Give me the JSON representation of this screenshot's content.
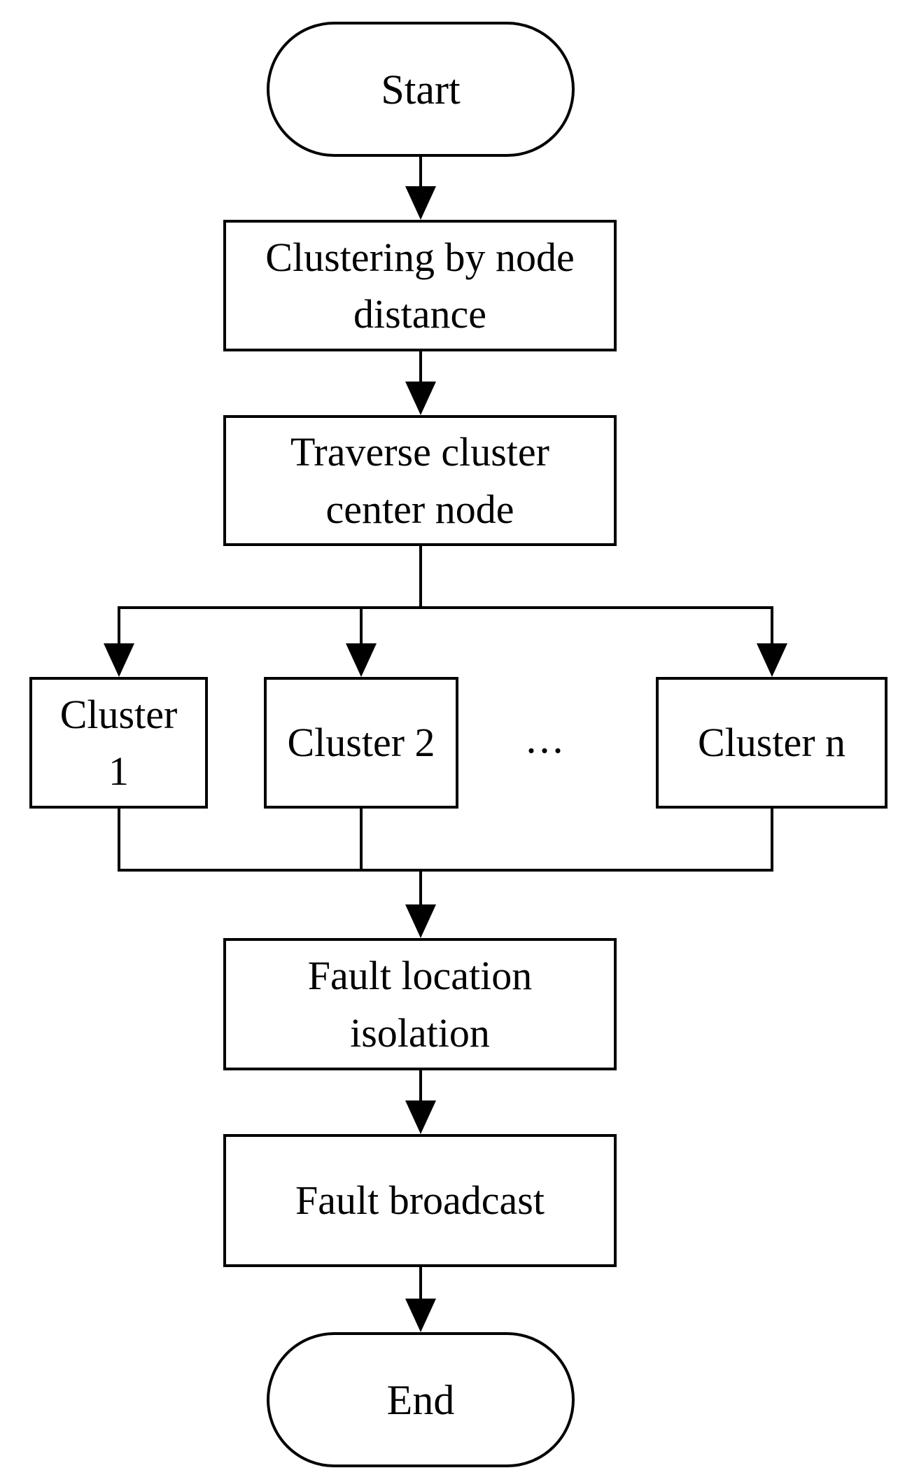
{
  "flowchart": {
    "background_color": "#ffffff",
    "stroke_color": "#000000",
    "text_color": "#000000",
    "nodes": {
      "start": {
        "label": "Start",
        "shape": "terminator"
      },
      "clustering": {
        "label": "Clustering by node\ndistance",
        "shape": "process"
      },
      "traverse": {
        "label": "Traverse cluster\ncenter node",
        "shape": "process"
      },
      "cluster1": {
        "label": "Cluster\n1",
        "shape": "process"
      },
      "cluster2": {
        "label": "Cluster 2",
        "shape": "process"
      },
      "ellipsis": {
        "label": "...",
        "shape": "text"
      },
      "clusterN": {
        "label": "Cluster n",
        "shape": "process"
      },
      "fault_location": {
        "label": "Fault location\nisolation",
        "shape": "process"
      },
      "fault_broadcast": {
        "label": "Fault broadcast",
        "shape": "process"
      },
      "end": {
        "label": "End",
        "shape": "terminator"
      }
    },
    "edges": [
      {
        "from": "start",
        "to": "clustering",
        "arrow": true
      },
      {
        "from": "clustering",
        "to": "traverse",
        "arrow": true
      },
      {
        "from": "traverse",
        "to": "cluster1",
        "arrow": true
      },
      {
        "from": "traverse",
        "to": "cluster2",
        "arrow": true
      },
      {
        "from": "traverse",
        "to": "clusterN",
        "arrow": true
      },
      {
        "from": "cluster1",
        "to": "fault_location",
        "arrow": true
      },
      {
        "from": "cluster2",
        "to": "fault_location",
        "arrow": true
      },
      {
        "from": "clusterN",
        "to": "fault_location",
        "arrow": true
      },
      {
        "from": "fault_location",
        "to": "fault_broadcast",
        "arrow": true
      },
      {
        "from": "fault_broadcast",
        "to": "end",
        "arrow": true
      }
    ]
  }
}
